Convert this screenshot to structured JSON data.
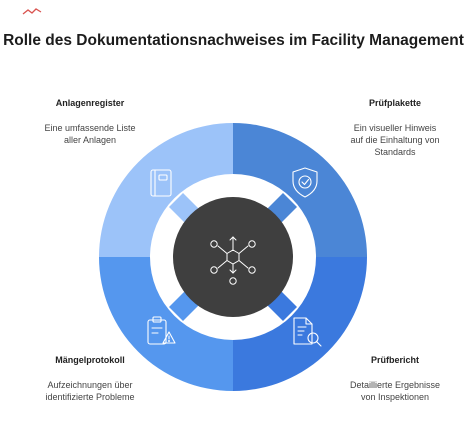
{
  "title": "Rolle des Dokumentationsnachweises im Facility Management",
  "colors": {
    "top_left": "#9cc3f9",
    "top_right": "#4b86d6",
    "bottom_left": "#5597ee",
    "bottom_right": "#3b79de",
    "center": "#3f3f3f",
    "icon": "#ffffff"
  },
  "quadrants": {
    "top_left": {
      "heading": "Anlagenregister",
      "desc1": "Eine umfassende Liste",
      "desc2": "aller Anlagen",
      "icon": "binder-icon"
    },
    "top_right": {
      "heading": "Prüfplakette",
      "desc1": "Ein visueller Hinweis",
      "desc2": "auf die Einhaltung von",
      "desc3": "Standards",
      "icon": "shield-check-icon"
    },
    "bottom_left": {
      "heading": "Mängelprotokoll",
      "desc1": "Aufzeichnungen über",
      "desc2": "identifizierte Probleme",
      "icon": "clipboard-warning-icon"
    },
    "bottom_right": {
      "heading": "Prüfbericht",
      "desc1": "Detaillierte Ergebnisse",
      "desc2": "von Inspektionen",
      "icon": "report-search-icon"
    }
  },
  "center_icon": "network-hub-icon"
}
